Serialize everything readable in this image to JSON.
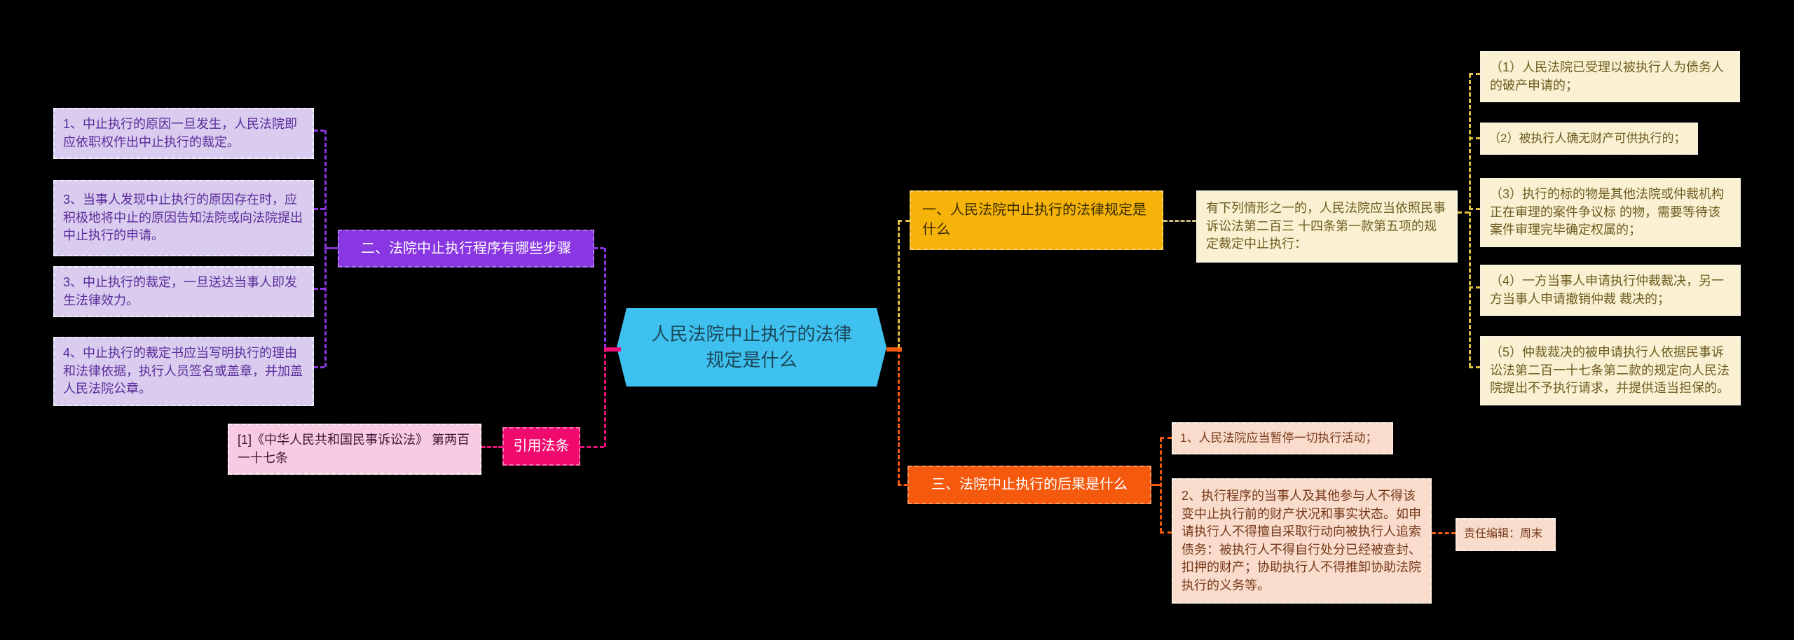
{
  "page": {
    "background": "#000000"
  },
  "center": {
    "label": "人民法院中止执行的法律规定是什么",
    "fill": "#3EC1EE",
    "text_color": "#1C4759"
  },
  "branch_left": {
    "header": {
      "label": "二、法院中止执行程序有哪些步骤",
      "fill": "#8936E3"
    },
    "items": [
      {
        "label": "1、中止执行的原因一旦发生，人民法院即应依职权作出中止执行的裁定。"
      },
      {
        "label": "3、当事人发现中止执行的原因存在时，应积极地将中止的原因告知法院或向法院提出中止执行的申请。"
      },
      {
        "label": "3、中止执行的裁定，一旦送达当事人即发生法律效力。"
      },
      {
        "label": "4、中止执行的裁定书应当写明执行的理由和法律依据，执行人员签名或盖章，并加盖人民法院公章。"
      }
    ]
  },
  "branch_cite": {
    "header": {
      "label": "引用法条",
      "fill": "#F00A6E"
    },
    "reference": {
      "label": "[1]《中华人民共和国民事诉讼法》 第两百一十七条"
    }
  },
  "branch_one": {
    "header": {
      "label": "一、人民法院中止执行的法律规定是什么",
      "fill": "#F6B40A"
    },
    "intro": {
      "label": "有下列情形之一的，人民法院应当依照民事诉讼法第二百三 十四条第一款第五项的规定裁定中止执行："
    },
    "items": [
      {
        "label": "（1）人民法院已受理以被执行人为债务人的破产申请的；"
      },
      {
        "label": "（2）被执行人确无财产可供执行的；"
      },
      {
        "label": "（3）执行的标的物是其他法院或仲裁机构正在审理的案件争议标 的物，需要等待该案件审理完毕确定权属的；"
      },
      {
        "label": "（4）一方当事人申请执行仲裁裁决，另一方当事人申请撤销仲裁 裁决的；"
      },
      {
        "label": "（5）仲裁裁决的被申请执行人依据民事诉讼法第二百一十七条第二款的规定向人民法院提出不予执行请求，并提供适当担保的。"
      }
    ]
  },
  "branch_three": {
    "header": {
      "label": "三、法院中止执行的后果是什么",
      "fill": "#F4590E"
    },
    "items": [
      {
        "label": "1、人民法院应当暂停一切执行活动；"
      },
      {
        "label": "2、执行程序的当事人及其他参与人不得该变中止执行前的财产状况和事实状态。如申请执行人不得擅自采取行动向被执行人追索债务：被执行人不得自行处分已经被查封、扣押的财产；协助执行人不得推卸协助法院执行的义务等。"
      }
    ],
    "editor": {
      "label": "责任编辑：周末"
    }
  }
}
